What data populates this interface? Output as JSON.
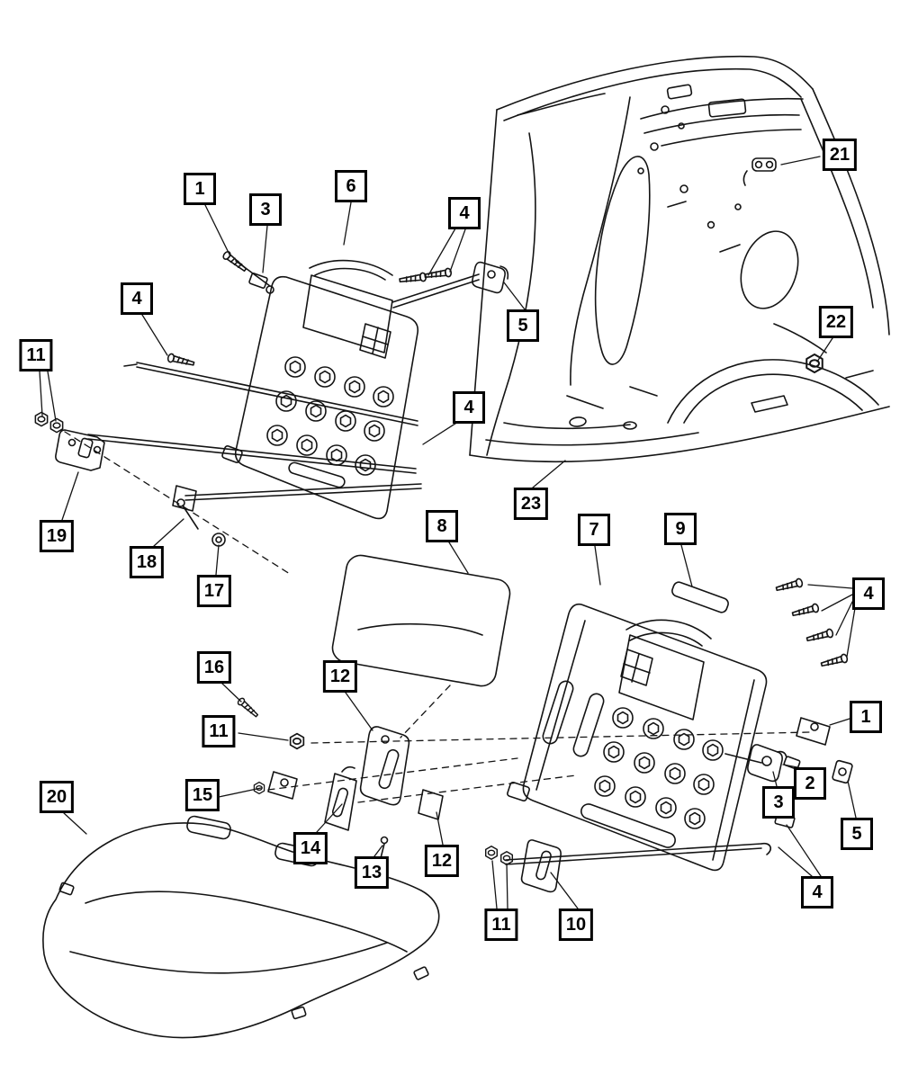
{
  "figure": {
    "background": "#ffffff",
    "line_color": "#141414",
    "callout_border": "#000000"
  },
  "callouts": [
    {
      "label": "1"
    },
    {
      "label": "3"
    },
    {
      "label": "6"
    },
    {
      "label": "4"
    },
    {
      "label": "5"
    },
    {
      "label": "21"
    },
    {
      "label": "22"
    },
    {
      "label": "4"
    },
    {
      "label": "11"
    },
    {
      "label": "4"
    },
    {
      "label": "23"
    },
    {
      "label": "19"
    },
    {
      "label": "18"
    },
    {
      "label": "17"
    },
    {
      "label": "8"
    },
    {
      "label": "7"
    },
    {
      "label": "9"
    },
    {
      "label": "4"
    },
    {
      "label": "16"
    },
    {
      "label": "12"
    },
    {
      "label": "1"
    },
    {
      "label": "11"
    },
    {
      "label": "2"
    },
    {
      "label": "3"
    },
    {
      "label": "15"
    },
    {
      "label": "5"
    },
    {
      "label": "14"
    },
    {
      "label": "13"
    },
    {
      "label": "12"
    },
    {
      "label": "20"
    },
    {
      "label": "11"
    },
    {
      "label": "10"
    },
    {
      "label": "4"
    }
  ]
}
